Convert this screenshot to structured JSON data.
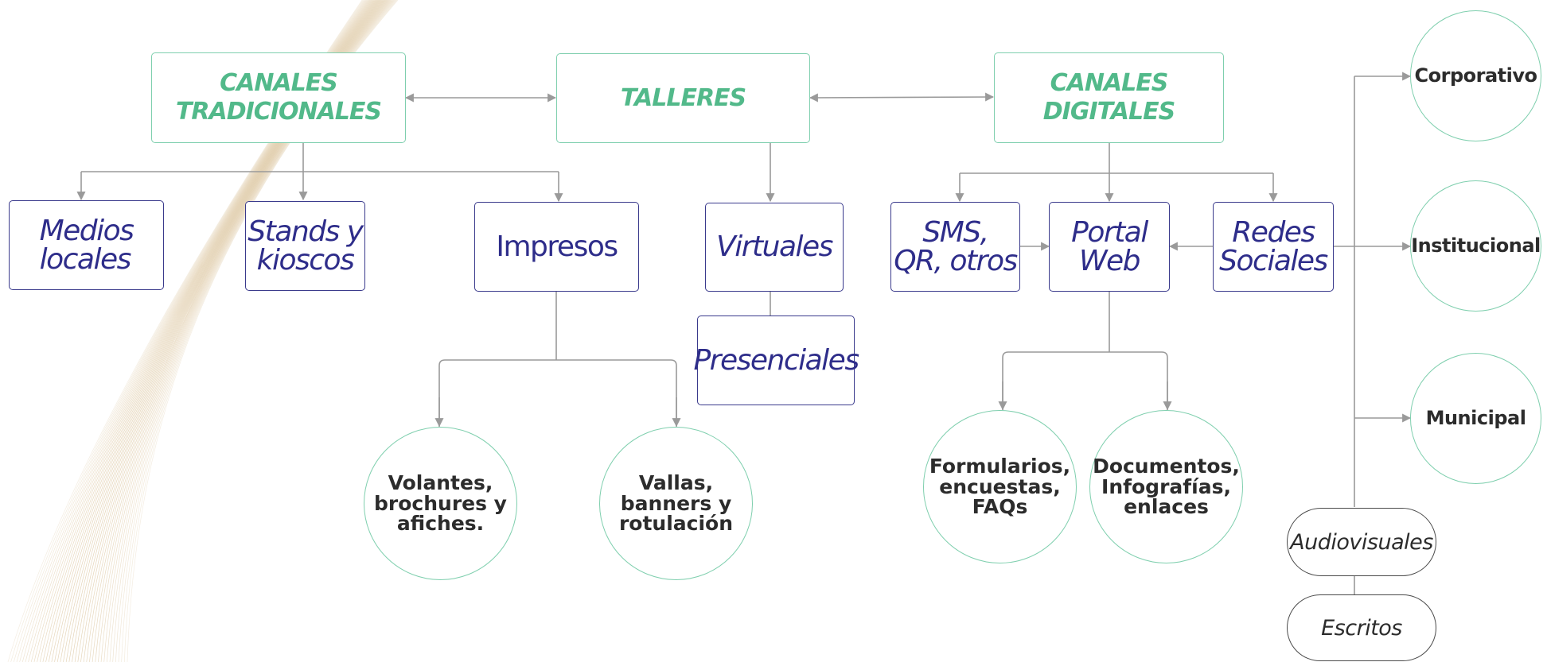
{
  "colors": {
    "green_text": "#52b98a",
    "green_border": "#7fcfae",
    "blue_text": "#2e2d8a",
    "blue_border": "#3a3a8c",
    "circle_text": "#2c2c2c",
    "connector": "#9a9a9a",
    "decoration": "#d4b98a"
  },
  "top_level": {
    "tradicionales": "CANALES\nTRADICIONALES",
    "talleres": "TALLERES",
    "digitales": "CANALES\nDIGITALES"
  },
  "tradicionales_children": {
    "medios": "Medios\nlocales",
    "stands": "Stands y\nkioscos",
    "impresos": "Impresos"
  },
  "impresos_children": {
    "volantes": "Volantes,\nbrochures y\nafiches.",
    "vallas": "Vallas,\nbanners y\nrotulación"
  },
  "talleres_children": {
    "virtuales": "Virtuales",
    "presenciales": "Presenciales"
  },
  "digitales_children": {
    "sms": "SMS,\nQR, otros",
    "portal": "Portal\nWeb",
    "redes": "Redes\nSociales"
  },
  "portal_children": {
    "formularios": "Formularios,\nencuestas,\nFAQs",
    "documentos": "Documentos,\nInfografías,\nenlaces"
  },
  "redes_children": {
    "corporativo": "Corporativo",
    "institucional": "Institucional",
    "municipal": "Municipal",
    "audiovisuales": "Audiovisuales",
    "escritos": "Escritos"
  }
}
